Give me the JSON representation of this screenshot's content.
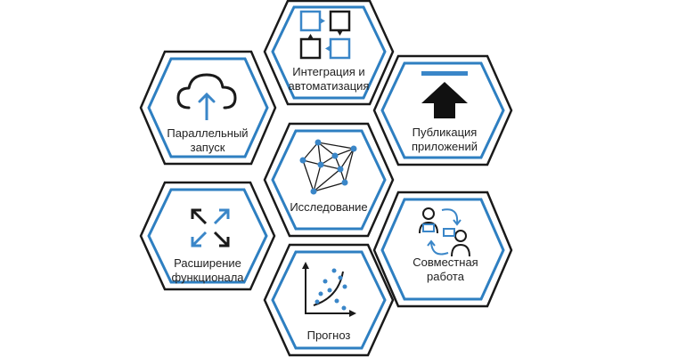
{
  "colors": {
    "outer_stroke": "#1a1a1a",
    "inner_stroke": "#2e7fc1",
    "icon_dark": "#1a1a1a",
    "icon_blue": "#3a86c8",
    "text": "#222222"
  },
  "hexagons": [
    {
      "id": "integration",
      "icon": "integration-blocks-icon",
      "lines": [
        "Интеграция и",
        "автоматизация"
      ]
    },
    {
      "id": "parallel",
      "icon": "cloud-upload-icon",
      "lines": [
        "Параллельный",
        "запуск"
      ]
    },
    {
      "id": "publication",
      "icon": "upload-arrow-icon",
      "lines": [
        "Публикация",
        "приложений"
      ]
    },
    {
      "id": "research",
      "icon": "network-graph-icon",
      "lines": [
        "Исследование"
      ]
    },
    {
      "id": "extension",
      "icon": "expand-arrows-icon",
      "lines": [
        "Расширение",
        "функционала"
      ]
    },
    {
      "id": "collaboration",
      "icon": "people-exchange-icon",
      "lines": [
        "Совместная",
        "работа"
      ]
    },
    {
      "id": "forecast",
      "icon": "scatter-trend-icon",
      "lines": [
        "Прогноз"
      ]
    }
  ]
}
